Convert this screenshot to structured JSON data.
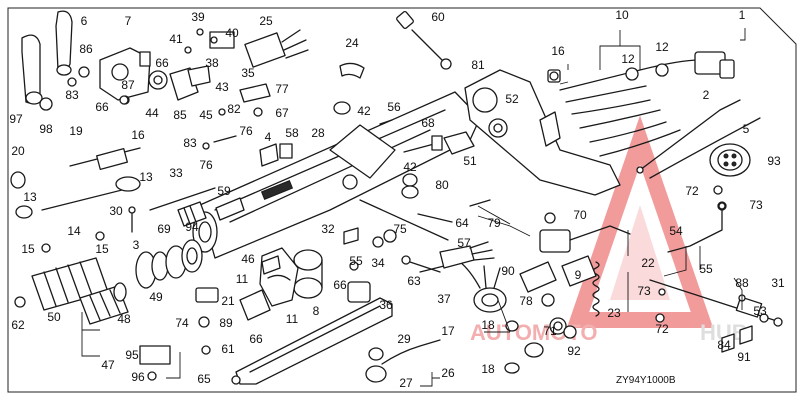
{
  "diagram": {
    "code": "ZY94Y1000B",
    "watermark": {
      "word_a": "AUTOMOTO",
      "word_b": "HUB",
      "color_a": "#f2a2a2",
      "color_b": "#d9d9d9"
    },
    "callouts": [
      {
        "id": "1",
        "label": "1"
      },
      {
        "id": "2",
        "label": "2"
      },
      {
        "id": "3",
        "label": "3"
      },
      {
        "id": "4",
        "label": "4"
      },
      {
        "id": "5",
        "label": "5"
      },
      {
        "id": "6",
        "label": "6"
      },
      {
        "id": "7",
        "label": "7"
      },
      {
        "id": "8",
        "label": "8"
      },
      {
        "id": "9",
        "label": "9"
      },
      {
        "id": "10",
        "label": "10"
      },
      {
        "id": "11a",
        "label": "11"
      },
      {
        "id": "11b",
        "label": "11"
      },
      {
        "id": "12a",
        "label": "12"
      },
      {
        "id": "12b",
        "label": "12"
      },
      {
        "id": "13a",
        "label": "13"
      },
      {
        "id": "13b",
        "label": "13"
      },
      {
        "id": "14",
        "label": "14"
      },
      {
        "id": "15a",
        "label": "15"
      },
      {
        "id": "15b",
        "label": "15"
      },
      {
        "id": "16a",
        "label": "16"
      },
      {
        "id": "16b",
        "label": "16"
      },
      {
        "id": "17",
        "label": "17"
      },
      {
        "id": "18a",
        "label": "18"
      },
      {
        "id": "18b",
        "label": "18"
      },
      {
        "id": "19",
        "label": "19"
      },
      {
        "id": "20",
        "label": "20"
      },
      {
        "id": "21",
        "label": "21"
      },
      {
        "id": "22",
        "label": "22"
      },
      {
        "id": "23",
        "label": "23"
      },
      {
        "id": "24",
        "label": "24"
      },
      {
        "id": "25",
        "label": "25"
      },
      {
        "id": "26",
        "label": "26"
      },
      {
        "id": "27",
        "label": "27"
      },
      {
        "id": "28",
        "label": "28"
      },
      {
        "id": "29",
        "label": "29"
      },
      {
        "id": "30",
        "label": "30"
      },
      {
        "id": "31",
        "label": "31"
      },
      {
        "id": "32",
        "label": "32"
      },
      {
        "id": "33",
        "label": "33"
      },
      {
        "id": "34",
        "label": "34"
      },
      {
        "id": "35",
        "label": "35"
      },
      {
        "id": "36",
        "label": "36"
      },
      {
        "id": "37",
        "label": "37"
      },
      {
        "id": "38",
        "label": "38"
      },
      {
        "id": "39",
        "label": "39"
      },
      {
        "id": "40",
        "label": "40"
      },
      {
        "id": "41",
        "label": "41"
      },
      {
        "id": "42a",
        "label": "42"
      },
      {
        "id": "42b",
        "label": "42"
      },
      {
        "id": "43",
        "label": "43"
      },
      {
        "id": "44",
        "label": "44"
      },
      {
        "id": "45",
        "label": "45"
      },
      {
        "id": "46",
        "label": "46"
      },
      {
        "id": "47",
        "label": "47"
      },
      {
        "id": "48",
        "label": "48"
      },
      {
        "id": "49",
        "label": "49"
      },
      {
        "id": "50",
        "label": "50"
      },
      {
        "id": "51",
        "label": "51"
      },
      {
        "id": "52",
        "label": "52"
      },
      {
        "id": "53",
        "label": "53"
      },
      {
        "id": "54",
        "label": "54"
      },
      {
        "id": "55",
        "label": "55"
      },
      {
        "id": "56",
        "label": "56"
      },
      {
        "id": "57",
        "label": "57"
      },
      {
        "id": "58",
        "label": "58"
      },
      {
        "id": "59",
        "label": "59"
      },
      {
        "id": "60",
        "label": "60"
      },
      {
        "id": "61",
        "label": "61"
      },
      {
        "id": "62",
        "label": "62"
      },
      {
        "id": "63",
        "label": "63"
      },
      {
        "id": "64",
        "label": "64"
      },
      {
        "id": "65",
        "label": "65"
      },
      {
        "id": "66a",
        "label": "66"
      },
      {
        "id": "66b",
        "label": "66"
      },
      {
        "id": "66c",
        "label": "66"
      },
      {
        "id": "66d",
        "label": "66"
      },
      {
        "id": "67",
        "label": "67"
      },
      {
        "id": "68",
        "label": "68"
      },
      {
        "id": "69",
        "label": "69"
      },
      {
        "id": "70",
        "label": "70"
      },
      {
        "id": "71",
        "label": "71"
      },
      {
        "id": "72a",
        "label": "72"
      },
      {
        "id": "72b",
        "label": "72"
      },
      {
        "id": "73a",
        "label": "73"
      },
      {
        "id": "73b",
        "label": "73"
      },
      {
        "id": "74",
        "label": "74"
      },
      {
        "id": "75",
        "label": "75"
      },
      {
        "id": "76a",
        "label": "76"
      },
      {
        "id": "76b",
        "label": "76"
      },
      {
        "id": "77",
        "label": "77"
      },
      {
        "id": "78",
        "label": "78"
      },
      {
        "id": "79",
        "label": "79"
      },
      {
        "id": "80",
        "label": "80"
      },
      {
        "id": "81",
        "label": "81"
      },
      {
        "id": "82",
        "label": "82"
      },
      {
        "id": "83a",
        "label": "83"
      },
      {
        "id": "83b",
        "label": "83"
      },
      {
        "id": "84",
        "label": "84"
      },
      {
        "id": "85",
        "label": "85"
      },
      {
        "id": "86",
        "label": "86"
      },
      {
        "id": "87",
        "label": "87"
      },
      {
        "id": "88",
        "label": "88"
      },
      {
        "id": "89",
        "label": "89"
      },
      {
        "id": "90",
        "label": "90"
      },
      {
        "id": "91",
        "label": "91"
      },
      {
        "id": "92",
        "label": "92"
      },
      {
        "id": "93",
        "label": "93"
      },
      {
        "id": "94",
        "label": "94"
      },
      {
        "id": "95",
        "label": "95"
      },
      {
        "id": "96",
        "label": "96"
      },
      {
        "id": "97",
        "label": "97"
      },
      {
        "id": "98",
        "label": "98"
      }
    ]
  }
}
